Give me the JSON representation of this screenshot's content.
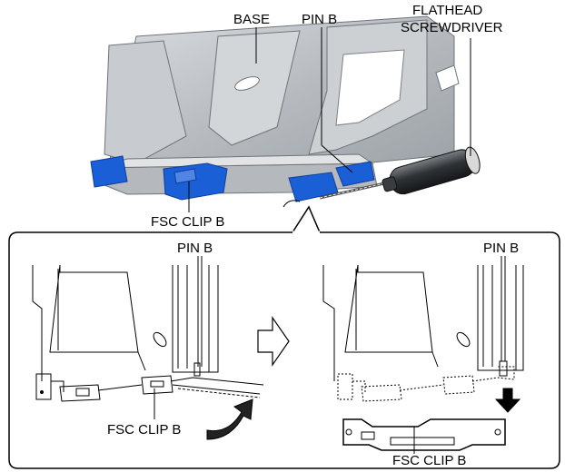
{
  "labels": {
    "base": "BASE",
    "pin_b_top": "PIN B",
    "screwdriver_line1": "FLATHEAD",
    "screwdriver_line2": "SCREWDRIVER",
    "fsc_clip_b_top": "FSC CLIP B",
    "pin_b_left": "PIN B",
    "fsc_clip_b_left": "FSC CLIP B",
    "pin_b_right": "PIN B",
    "fsc_clip_b_right": "FSC CLIP B"
  },
  "colors": {
    "clip_blue": "#1a5fd6",
    "clip_blue_dark": "#0d3f9c",
    "metal": "#bfc3c8",
    "metal_dark": "#8d9297",
    "metal_light": "#e4e6e8",
    "handle": "#3a3d40",
    "line": "#000000"
  },
  "icons": {
    "transition_arrow": "hollow-right-arrow-icon",
    "rotate_arrow": "curved-arrow-icon",
    "down_arrow": "down-arrow-icon"
  }
}
